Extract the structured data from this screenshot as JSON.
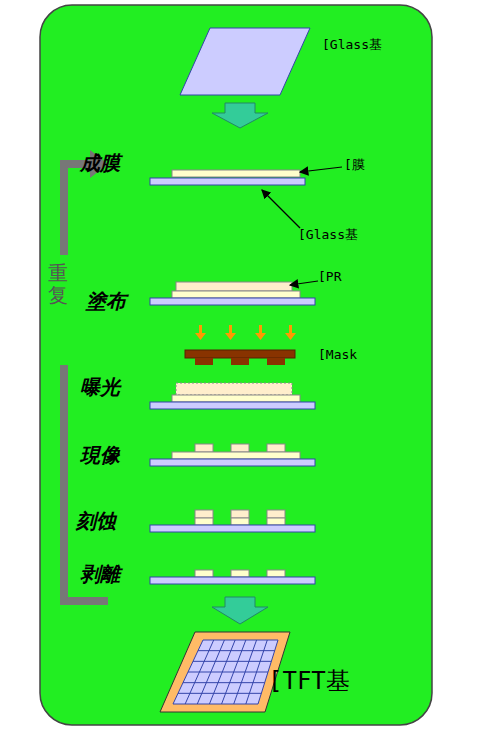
{
  "diagram": {
    "labels": [
      "[Glass基",
      "成膜",
      "[膜",
      "[Glass基",
      "重复",
      "塗布",
      "[PR",
      "[Mask",
      "曝光",
      "現像",
      "刻蚀",
      "剥離",
      "[TFT基"
    ]
  }
}
